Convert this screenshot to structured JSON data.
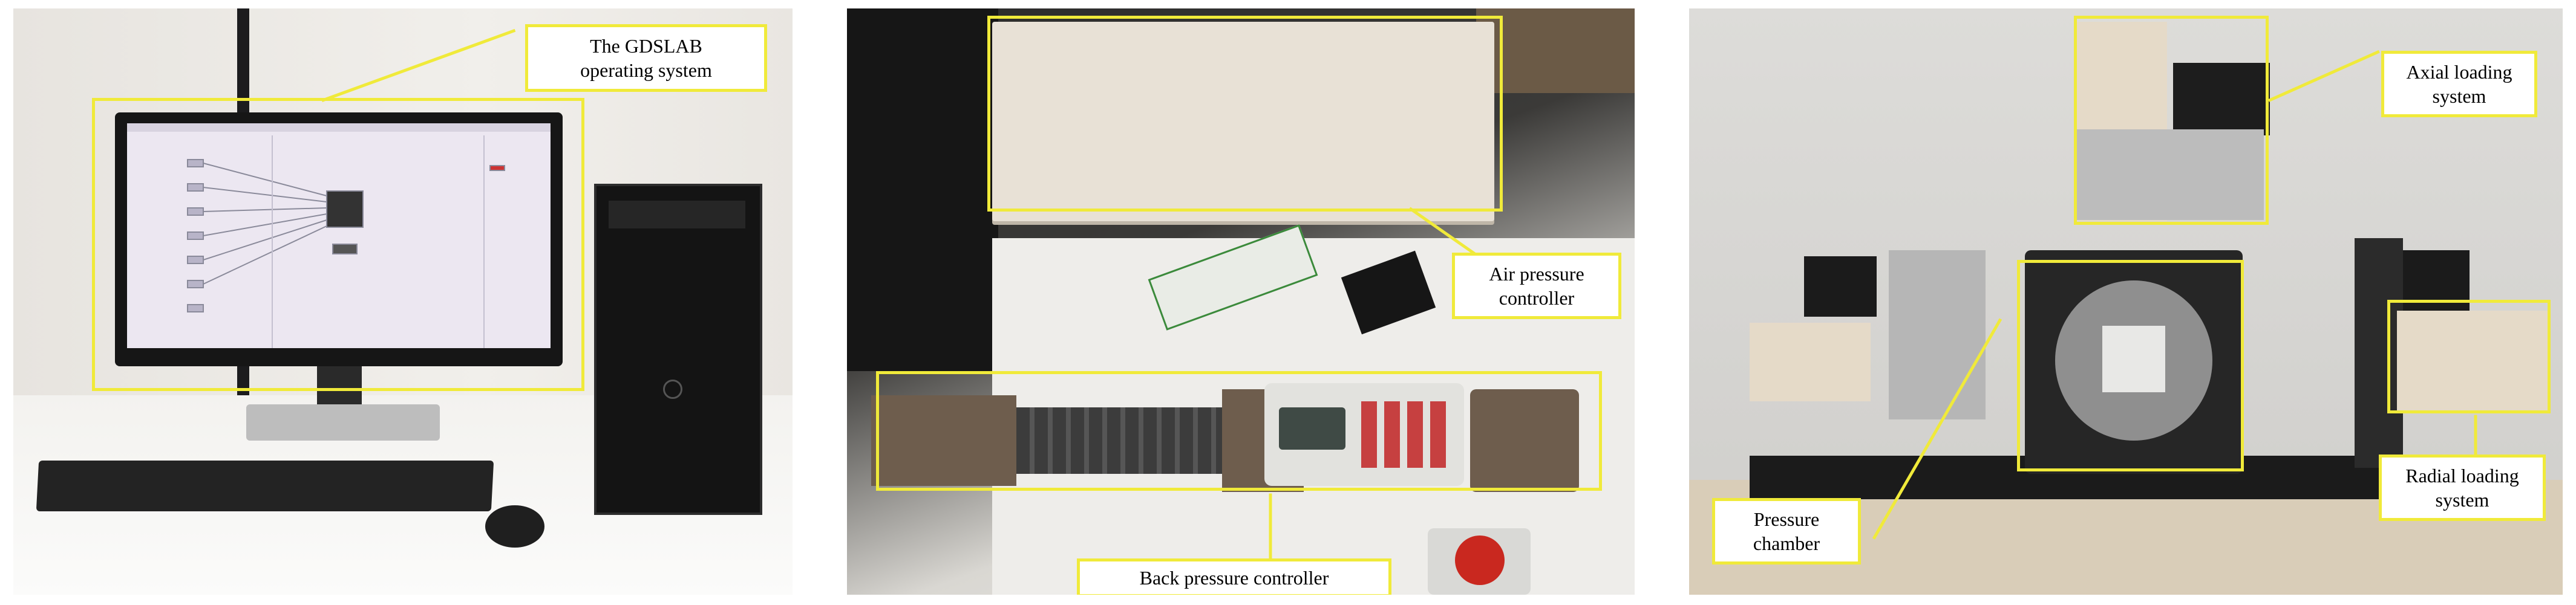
{
  "figure": {
    "panels": [
      {
        "id": "gdslab-system-photo",
        "labels": {
          "operating_system": "The GDSLAB\noperating system"
        }
      },
      {
        "id": "pressure-controllers-photo",
        "labels": {
          "air_pressure": "Air pressure\ncontroller",
          "back_pressure": "Back pressure controller"
        }
      },
      {
        "id": "loading-apparatus-photo",
        "labels": {
          "axial": "Axial loading\nsystem",
          "radial": "Radial loading\nsystem",
          "chamber": "Pressure\nchamber"
        }
      }
    ],
    "colors": {
      "highlight": "#f0ea3a",
      "label_bg": "#ffffff"
    }
  }
}
